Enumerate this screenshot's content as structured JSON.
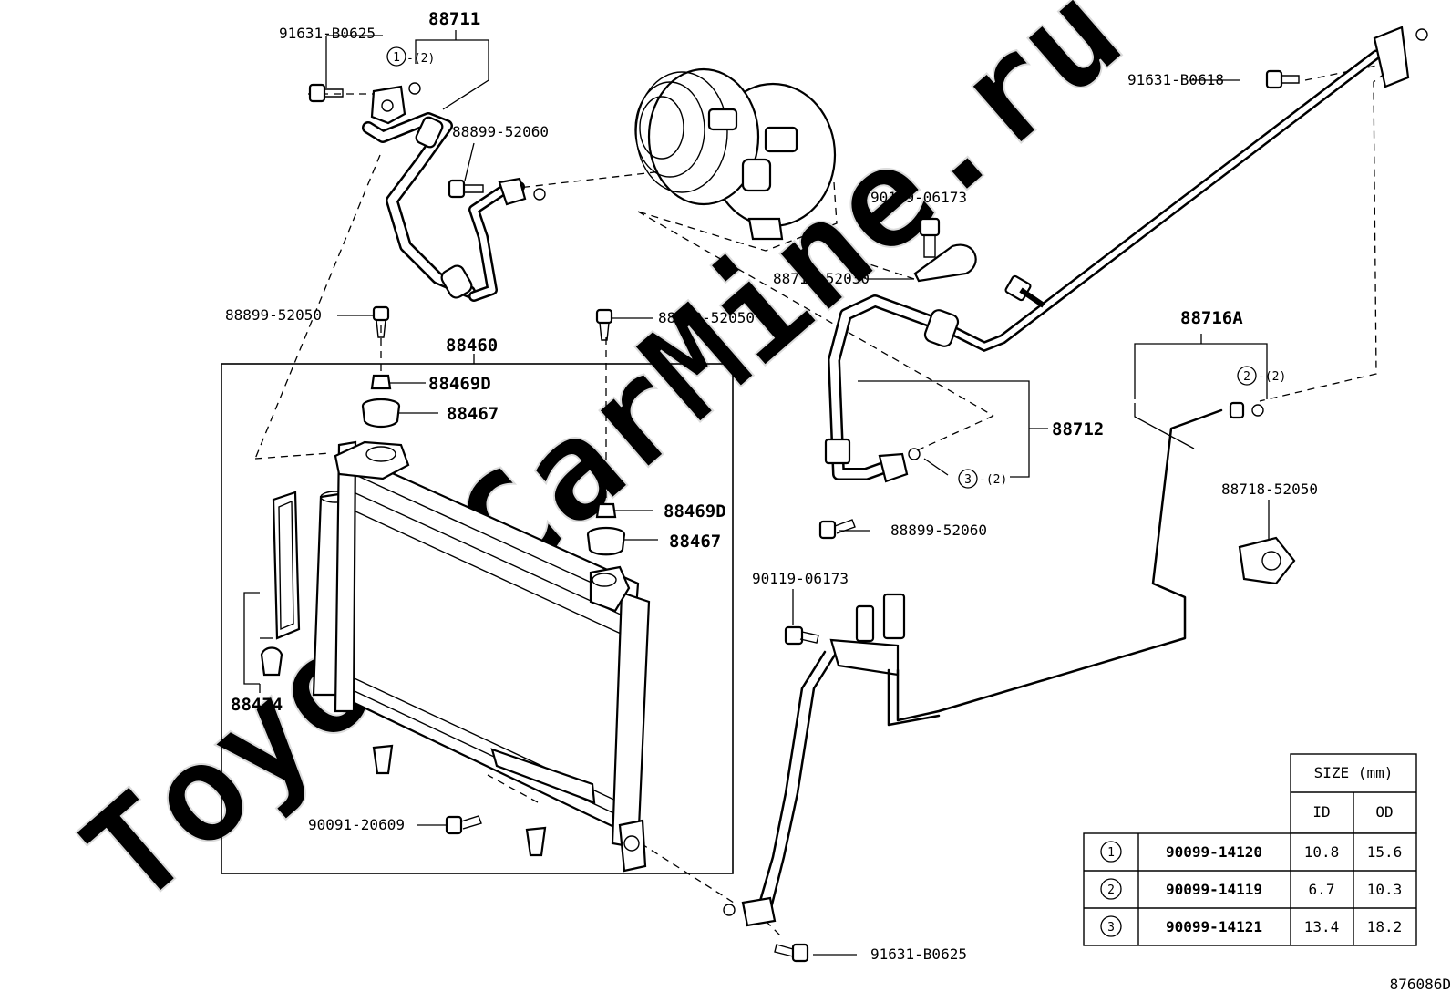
{
  "watermark": "ToyotaCarMine.ru",
  "drawing_code": "876086D",
  "labels": {
    "l_91631_b0625_top": "91631-B0625",
    "l_88711": "88711",
    "c1_note": "-(2)",
    "l_88899_52060_top": "88899-52060",
    "l_91631_b0618": "91631-B0618",
    "l_90119_06173_top": "90119-06173",
    "l_88718_52030": "88718-52030",
    "l_88899_52050_left": "88899-52050",
    "l_88899_52050_right": "88899-52050",
    "l_88460": "88460",
    "l_88469d_top": "88469D",
    "l_88467_top": "88467",
    "l_88716a": "88716A",
    "c2_note": "-(2)",
    "l_88712": "88712",
    "c3_note": "-(2)",
    "l_88469d_mid": "88469D",
    "l_88467_mid": "88467",
    "l_88899_52060_mid": "88899-52060",
    "l_88718_52050": "88718-52050",
    "l_90119_06173_mid": "90119-06173",
    "l_88474": "88474",
    "l_90091_20609": "90091-20609",
    "l_91631_b0625_bottom": "91631-B0625"
  },
  "circle_numbers": {
    "c1": "1",
    "c2": "2",
    "c3": "3"
  },
  "size_table": {
    "title": "SIZE (mm)",
    "col_id": "ID",
    "col_od": "OD",
    "rows": [
      {
        "num": "1",
        "part": "90099-14120",
        "id": "10.8",
        "od": "15.6"
      },
      {
        "num": "2",
        "part": "90099-14119",
        "id": "6.7",
        "od": "10.3"
      },
      {
        "num": "3",
        "part": "90099-14121",
        "id": "13.4",
        "od": "18.2"
      }
    ]
  }
}
